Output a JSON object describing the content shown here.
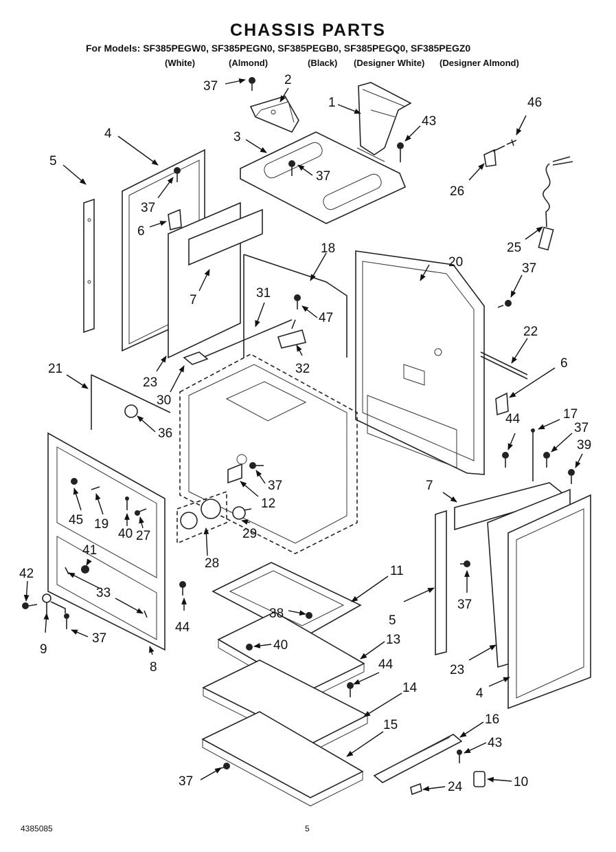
{
  "header": {
    "title": "CHASSIS PARTS",
    "models_line": "For Models: SF385PEGW0, SF385PEGN0, SF385PEGB0, SF385PEGQ0, SF385PEGZ0",
    "colors": [
      "(White)",
      "(Almond)",
      "(Black)",
      "(Designer White)",
      "(Designer Almond)"
    ]
  },
  "footer": {
    "doc_number": "4385085",
    "page_number": "5"
  },
  "callouts": {
    "c1": "1",
    "c2": "2",
    "c3": "3",
    "c4a": "4",
    "c4b": "4",
    "c5a": "5",
    "c5b": "5",
    "c6a": "6",
    "c6b": "6",
    "c7a": "7",
    "c7b": "7",
    "c8": "8",
    "c9": "9",
    "c10": "10",
    "c11": "11",
    "c12": "12",
    "c13": "13",
    "c14": "14",
    "c15": "15",
    "c16": "16",
    "c17": "17",
    "c18": "18",
    "c19": "19",
    "c20": "20",
    "c21": "21",
    "c22": "22",
    "c23a": "23",
    "c23b": "23",
    "c24": "24",
    "c25": "25",
    "c26": "26",
    "c27": "27",
    "c28": "28",
    "c29": "29",
    "c30": "30",
    "c31": "31",
    "c32": "32",
    "c33": "33",
    "c36": "36",
    "c37a": "37",
    "c37b": "37",
    "c37c": "37",
    "c37d": "37",
    "c37e": "37",
    "c37f": "37",
    "c37g": "37",
    "c37h": "37",
    "c38": "38",
    "c39": "39",
    "c40a": "40",
    "c40b": "40",
    "c41": "41",
    "c42": "42",
    "c43a": "43",
    "c43b": "43",
    "c44a": "44",
    "c44b": "44",
    "c44c": "44",
    "c45": "45",
    "c46": "46",
    "c47": "47"
  }
}
